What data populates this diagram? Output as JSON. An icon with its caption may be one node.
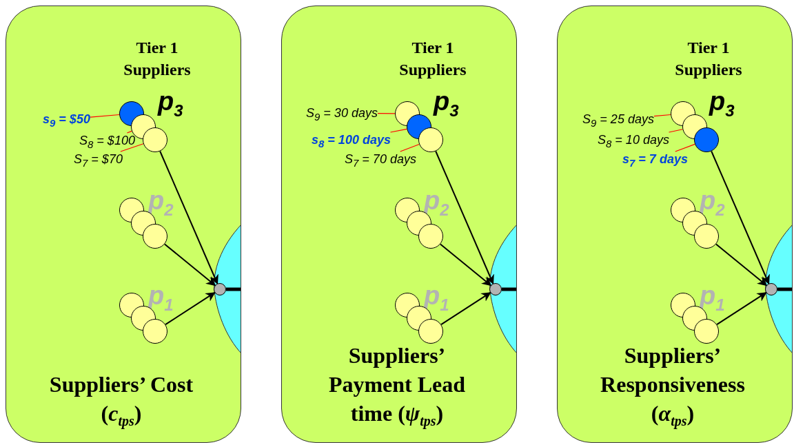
{
  "diagram": {
    "nodes": [
      {
        "text": [
          "Tier 1 Suppliers",
          "Suppliers’ Cost (*c*$_{tps}$)"
        ]
      },
      {
        "text": [
          "s$_{9}$ = $50"
        ],
        "in": 0
      },
      {
        "text": [
          "S$_{8}$ = $100"
        ],
        "in": 0
      },
      {
        "text": [
          "S$_{7}$ = $70"
        ],
        "in": 0
      },
      {
        "text": [],
        "shape": "circle",
        "in": 0
      },
      {
        "text": [],
        "shape": "circle",
        "in": 0
      },
      {
        "text": [],
        "shape": "circle",
        "in": 0
      },
      {
        "text": [],
        "shape": "circle",
        "in": 0
      },
      {
        "text": [],
        "shape": "circle",
        "in": 0
      },
      {
        "text": [],
        "shape": "circle",
        "in": 0
      },
      {
        "text": [],
        "shape": "circle",
        "in": 0
      },
      {
        "text": [],
        "shape": "circle",
        "in": 0
      },
      {
        "text": [],
        "shape": "circle",
        "in": 0
      },
      {
        "text": [],
        "shape": "circle",
        "in": 0
      },
      {
        "text": [
          "Tier 1 Suppliers",
          "Suppliers’ Payment Lead time (*ψ*$_{tps}$)"
        ]
      },
      {
        "text": [
          "S$_{9}$ = 30 days"
        ],
        "in": 14
      },
      {
        "text": [
          "s$_{8}$ = 100 days"
        ],
        "in": 14
      },
      {
        "text": [
          "S$_{7}$ = 70 days"
        ],
        "in": 14
      },
      {
        "text": [],
        "shape": "circle",
        "in": 14
      },
      {
        "text": [],
        "shape": "circle",
        "in": 14
      },
      {
        "text": [],
        "shape": "circle",
        "in": 14
      },
      {
        "text": [],
        "shape": "circle",
        "in": 14
      },
      {
        "text": [],
        "shape": "circle",
        "in": 14
      },
      {
        "text": [],
        "shape": "circle",
        "in": 14
      },
      {
        "text": [],
        "shape": "circle",
        "in": 14
      },
      {
        "text": [],
        "shape": "circle",
        "in": 14
      },
      {
        "text": [],
        "shape": "circle",
        "in": 14
      },
      {
        "text": [],
        "shape": "circle",
        "in": 14
      },
      {
        "text": [
          "Tier 1 Suppliers",
          "Suppliers’ Responsiveness (*α*$_{tps}$)"
        ]
      },
      {
        "text": [
          "S$_{9}$ = 25 days"
        ],
        "in": 28
      },
      {
        "text": [
          "S$_{8}$ = 10 days"
        ],
        "in": 28
      },
      {
        "text": [
          "s$_{7}$ = 7 days"
        ],
        "in": 28
      },
      {
        "text": [],
        "shape": "circle",
        "in": 28
      },
      {
        "text": [],
        "shape": "circle",
        "in": 28
      },
      {
        "text": [],
        "shape": "circle",
        "in": 28
      },
      {
        "text": [],
        "shape": "circle",
        "in": 28
      },
      {
        "text": [],
        "shape": "circle",
        "in": 28
      },
      {
        "text": [],
        "shape": "circle",
        "in": 28
      },
      {
        "text": [],
        "shape": "circle",
        "in": 28
      },
      {
        "text": [],
        "shape": "circle",
        "in": 28
      },
      {
        "text": [],
        "shape": "circle",
        "in": 28
      },
      {
        "text": [],
        "shape": "circle",
        "in": 28
      }
    ],
    "edges": [
      {
        "from": 1,
        "to": 4,
        "arrow": "none",
        "color": "#ff0000"
      },
      {
        "from": 2,
        "to": 5,
        "arrow": "none",
        "color": "#ff0000"
      },
      {
        "from": 3,
        "to": 6,
        "arrow": "none",
        "color": "#ff0000"
      },
      {
        "from": 6,
        "to": 13,
        "arrow": "to"
      },
      {
        "from": 9,
        "to": 13,
        "arrow": "to"
      },
      {
        "from": 12,
        "to": 13,
        "arrow": "to"
      },
      {
        "from": 13,
        "to": null,
        "arrow": "none",
        "style": "thick"
      },
      {
        "from": 15,
        "to": 18,
        "arrow": "none",
        "color": "#ff0000"
      },
      {
        "from": 16,
        "to": 19,
        "arrow": "none",
        "color": "#ff0000"
      },
      {
        "from": 17,
        "to": 20,
        "arrow": "none",
        "color": "#ff0000"
      },
      {
        "from": 20,
        "to": 27,
        "arrow": "to"
      },
      {
        "from": 23,
        "to": 27,
        "arrow": "to"
      },
      {
        "from": 26,
        "to": 27,
        "arrow": "to"
      },
      {
        "from": 27,
        "to": null,
        "arrow": "none",
        "style": "thick"
      },
      {
        "from": 29,
        "to": 32,
        "arrow": "none",
        "color": "#ff0000"
      },
      {
        "from": 30,
        "to": 33,
        "arrow": "none",
        "color": "#ff0000"
      },
      {
        "from": 31,
        "to": 34,
        "arrow": "none",
        "color": "#ff0000"
      },
      {
        "from": 34,
        "to": 41,
        "arrow": "to"
      },
      {
        "from": 37,
        "to": 41,
        "arrow": "to"
      },
      {
        "from": 40,
        "to": 41,
        "arrow": "to"
      },
      {
        "from": 41,
        "to": null,
        "arrow": "none",
        "style": "thick"
      }
    ],
    "labels": [
      "p$_{3}$",
      "p$_{2}$",
      "p$_{1}$",
      "p$_{3}$",
      "p$_{2}$",
      "p$_{1}$",
      "p$_{3}$",
      "p$_{2}$",
      "p$_{1}$"
    ]
  }
}
